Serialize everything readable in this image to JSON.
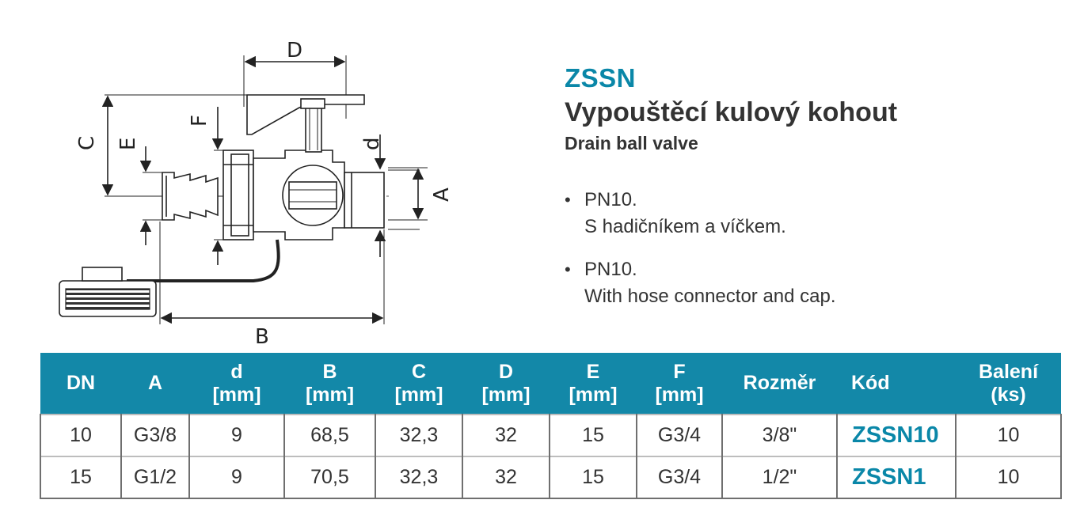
{
  "product": {
    "code": "ZSSN",
    "title_cz": "Vypouštěcí kulový kohout",
    "title_en": "Drain ball valve"
  },
  "bullets": [
    {
      "line1": "PN10.",
      "line2": "S hadičníkem a víčkem."
    },
    {
      "line1": "PN10.",
      "line2": "With hose connector and cap."
    }
  ],
  "drawing_labels": {
    "D": "D",
    "C": "C",
    "E": "E",
    "F": "F",
    "d": "d",
    "A": "A",
    "B": "B"
  },
  "table": {
    "headers": [
      {
        "l1": "DN",
        "l2": ""
      },
      {
        "l1": "A",
        "l2": ""
      },
      {
        "l1": "d",
        "l2": "[mm]"
      },
      {
        "l1": "B",
        "l2": "[mm]"
      },
      {
        "l1": "C",
        "l2": "[mm]"
      },
      {
        "l1": "D",
        "l2": "[mm]"
      },
      {
        "l1": "E",
        "l2": "[mm]"
      },
      {
        "l1": "F",
        "l2": "[mm]"
      },
      {
        "l1": "Rozměr",
        "l2": ""
      },
      {
        "l1": "Kód",
        "l2": ""
      },
      {
        "l1": "Balení",
        "l2": "(ks)"
      }
    ],
    "rows": [
      [
        "10",
        "G3/8",
        "9",
        "68,5",
        "32,3",
        "32",
        "15",
        "G3/4",
        "3/8\"",
        "ZSSN10",
        "10"
      ],
      [
        "15",
        "G1/2",
        "9",
        "70,5",
        "32,3",
        "32",
        "15",
        "G3/4",
        "1/2\"",
        "ZSSN1",
        "10"
      ]
    ]
  },
  "colors": {
    "accent": "#0a87a8",
    "header_bg": "#1388a8"
  }
}
